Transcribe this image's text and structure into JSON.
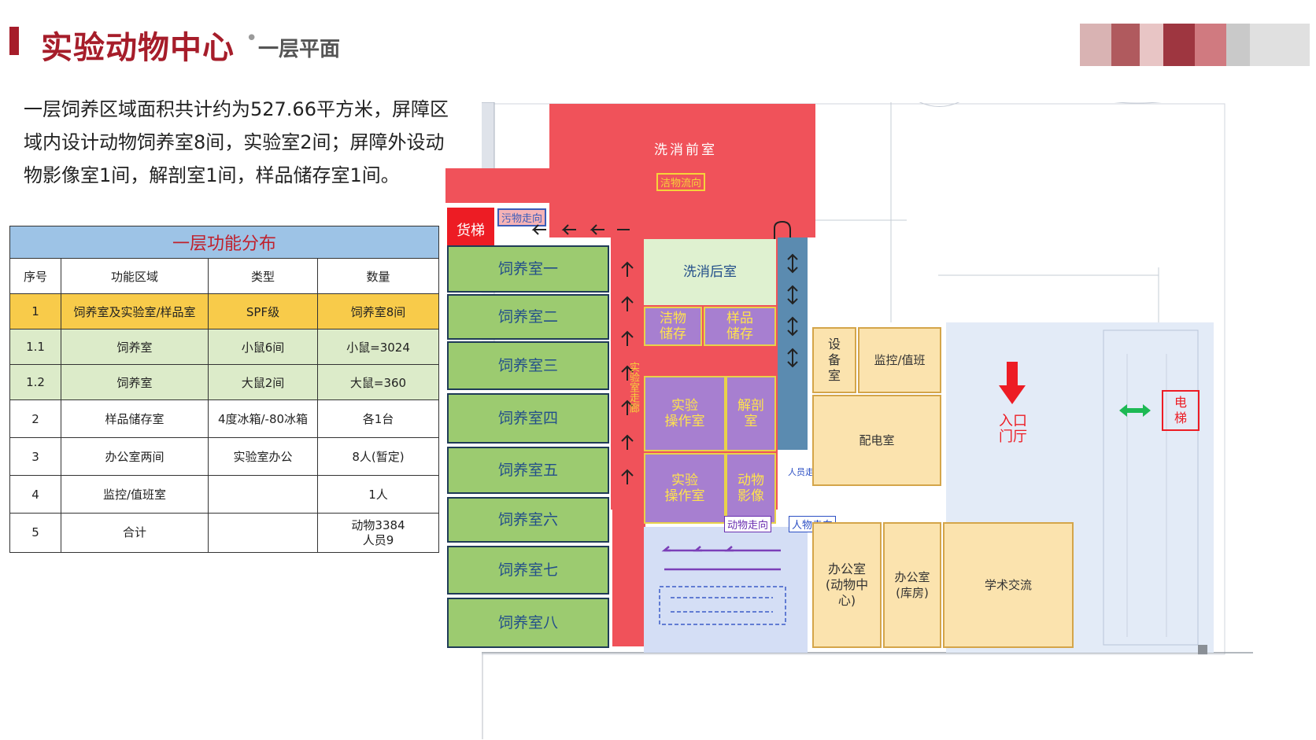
{
  "header": {
    "title": "实验动物中心",
    "separator": "•",
    "subtitle": "一层平面"
  },
  "intro": {
    "text": "一层饲养区域面积共计约为527.66平方米，屏障区域内设计动物饲养室8间，实验室2间；屏障外设动物影像室1间，解剖室1间，样品储存室1间。"
  },
  "table": {
    "caption": "一层功能分布",
    "headers": [
      "序号",
      "功能区域",
      "类型",
      "数量"
    ],
    "rows": [
      {
        "no": "1",
        "area": "饲养室及实验室/样品室",
        "type": "SPF级",
        "qty": "饲养室8间"
      },
      {
        "no": "1.1",
        "area": "饲养室",
        "type": "小鼠6间",
        "qty": "小鼠=3024"
      },
      {
        "no": "1.2",
        "area": "饲养室",
        "type": "大鼠2间",
        "qty": "大鼠=360"
      },
      {
        "no": "2",
        "area": "样品储存室",
        "type": "4度冰箱/-80冰箱",
        "qty": "各1台"
      },
      {
        "no": "3",
        "area": "办公室两间",
        "type": "实验室办公",
        "qty": "8人(暂定)"
      },
      {
        "no": "4",
        "area": "监控/值班室",
        "type": "",
        "qty": "1人"
      },
      {
        "no": "5",
        "area": "合计",
        "type": "",
        "qty": "动物3384",
        "qty2": "人员9"
      }
    ]
  },
  "plan": {
    "rooms": {
      "wash_front": "洗消前室",
      "clean_flow": "洁物流向",
      "dirty_flow": "污物走向",
      "cargo_lift": "货梯",
      "wash_back": "洗消后室",
      "clean_store_1": "洁物",
      "clean_store_2": "储存",
      "sample_store_1": "样品",
      "sample_store_2": "储存",
      "feed_1": "饲养室一",
      "feed_2": "饲养室二",
      "feed_3": "饲养室三",
      "feed_4": "饲养室四",
      "feed_5": "饲养室五",
      "feed_6": "饲养室六",
      "feed_7": "饲养室七",
      "feed_8": "饲养室八",
      "lab_1a": "实验",
      "lab_1b": "操作室",
      "dissect_a": "解剖",
      "dissect_b": "室",
      "lab_2a": "实验",
      "lab_2b": "操作室",
      "imaging_a": "动物",
      "imaging_b": "影像",
      "corridor": "实验室走廊",
      "animal_flow": "动物走向",
      "people_flow": "人物走向",
      "people_dir": "人员走向",
      "equip_a": "设",
      "equip_b": "备",
      "equip_c": "室",
      "monitor": "监控/值班",
      "power": "配电室",
      "entrance_a": "入口",
      "entrance_b": "门厅",
      "elevator_a": "电",
      "elevator_b": "梯",
      "office_1a": "办公室",
      "office_1b": "(动物中",
      "office_1c": "心)",
      "office_2a": "办公室",
      "office_2b": "(库房)",
      "academic": "学术交流"
    },
    "colors": {
      "red_zone": "#f0525a",
      "green_room": "#9ccb70",
      "purple_room": "#a77fd0",
      "orange_room": "#fbe3ae",
      "blue_corridor": "#5b8bb0",
      "accent_title": "#a61d2a"
    }
  }
}
